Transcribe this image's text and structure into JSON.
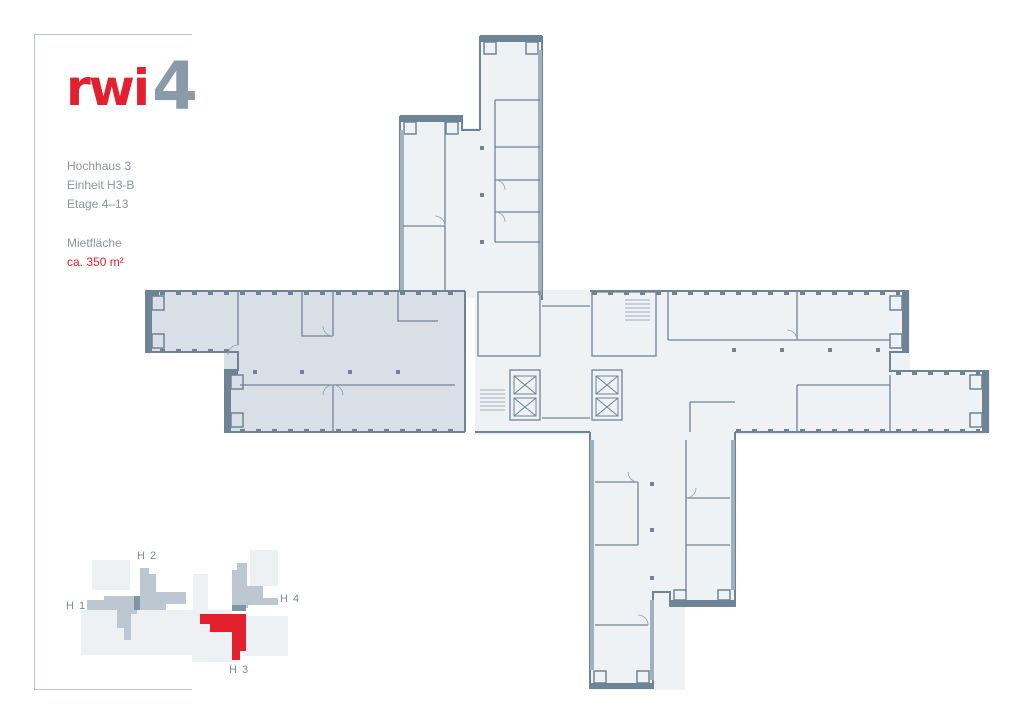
{
  "brand": {
    "logo_text": "rwi",
    "logo_number": "4",
    "logo_color": "#e3202d",
    "number_color": "#8a9aa8"
  },
  "info": {
    "building": "Hochhaus 3",
    "unit": "Einheit H3-B",
    "floors": "Etage 4–13"
  },
  "area": {
    "label": "Mietfläche",
    "value": "ca. 350 m²"
  },
  "keymap": {
    "labels": [
      {
        "id": "h1",
        "text": "H 1"
      },
      {
        "id": "h2",
        "text": "H 2"
      },
      {
        "id": "h3",
        "text": "H 3"
      },
      {
        "id": "h4",
        "text": "H 4"
      }
    ],
    "highlight_color": "#e3202d",
    "highlighted": "H 3"
  },
  "plan": {
    "highlighted_unit": "west wing (rental area)",
    "colors": {
      "wall": "#6e8496",
      "floor": "#eef2f5",
      "highlight_floor": "#d8dfe6"
    }
  }
}
